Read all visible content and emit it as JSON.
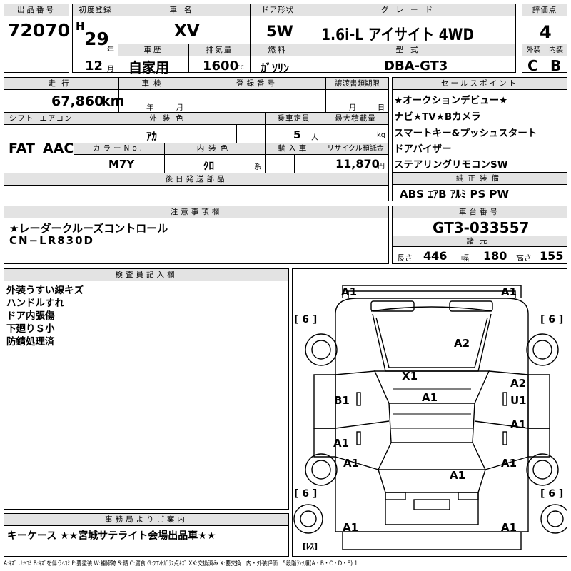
{
  "header": {
    "lot_no_label": "出品番号",
    "lot_no": "72070",
    "first_reg_label": "初度登録",
    "era": "H",
    "year_value": "29",
    "year_unit": "年",
    "month_value": "12",
    "month_unit": "月",
    "car_name_label": "車名",
    "car_name": "XV",
    "door_label": "ドア形状",
    "door": "5W",
    "grade_label": "グレード",
    "grade": "1.6i-L アイサイト 4WD",
    "score_label": "評価点",
    "score": "4",
    "history_label": "車歴",
    "history": "自家用",
    "displacement_label": "排気量",
    "displacement": "1600",
    "displacement_unit": "cc",
    "fuel_label": "燃料",
    "fuel": "ｶﾞｿﾘﾝ",
    "model_label": "型式",
    "model": "DBA-GT3",
    "exterior_label": "外装",
    "exterior_grade": "C",
    "interior_label": "内装",
    "interior_grade": "B"
  },
  "row2": {
    "mileage_label": "走行",
    "mileage": "67,860",
    "mileage_unit": "km",
    "inspection_label": "車検",
    "insp_year_unit": "年",
    "insp_month_unit": "月",
    "reg_no_label": "登録番号",
    "transfer_label": "譲渡書類期限",
    "transfer_month_unit": "月",
    "transfer_day_unit": "日"
  },
  "specs": {
    "shift_label": "シフト",
    "shift": "FAT",
    "ac_label": "エアコン",
    "ac": "AAC",
    "color_label": "外装色",
    "color": "ｱｶ",
    "capacity_label": "乗車定員",
    "capacity": "5",
    "capacity_unit": "人",
    "max_load_label": "最大積載量",
    "max_load_unit": "kg",
    "color_no_label": "カラーNo.",
    "color_no": "M7Y",
    "interior_color_label": "内装色",
    "interior_color": "ｸﾛ",
    "interior_color_unit": "系",
    "import_label": "輸入車",
    "recycle_label": "リサイクル預託金",
    "recycle": "11,870",
    "recycle_unit": "円",
    "later_parts_label": "後日発送部品"
  },
  "sales_points": {
    "label": "セールスポイント",
    "items": [
      "★オークションデビュー★",
      "ナビ★TV★Bカメラ",
      "スマートキー&プッシュスタート",
      "ドアバイザー",
      "ステアリングリモコンSW"
    ]
  },
  "equipment": {
    "label": "純正装備",
    "value": "ABS ｴｱB ｱﾙﾐ PS PW"
  },
  "notes": {
    "label": "注意事項欄",
    "lines": [
      "★レーダークルーズコントロール",
      "CN−LR830D"
    ]
  },
  "chassis": {
    "label": "車台番号",
    "value": "GT3-033557",
    "dims_label": "諸元",
    "length_label": "長さ",
    "length": "446",
    "width_label": "幅",
    "width": "180",
    "height_label": "高さ",
    "height": "155"
  },
  "inspector": {
    "label": "検査員記入欄",
    "lines": [
      "外装うすい線キズ",
      "ハンドルすれ",
      "ドア内張傷",
      "下廻りＳ小",
      "防錆処理済"
    ]
  },
  "diagram": {
    "codes": {
      "front_left": "A1",
      "front_right": "A1",
      "hood": "A2",
      "windshield": "X1",
      "roof": "A1",
      "left_front_door": "B1",
      "right_front_door_a": "A2",
      "right_front_door_u": "U1",
      "left_rear_door": "A1",
      "right_rear_door": "A1",
      "left_rear_fender": "A1",
      "right_rear_fender": "A1",
      "trunk": "A1",
      "rear_left": "A1",
      "rear_right": "A1"
    },
    "tire_marks": {
      "fl": "[ 6 ]",
      "fr": "[ 6 ]",
      "rl": "[ 6 ]",
      "rr": "[ 6 ]"
    },
    "rear_note": "[ﾚｽ]"
  },
  "office": {
    "label": "事務局よりご案内",
    "value": "キーケース ★★宮城サテライト会場出品車★★"
  },
  "legend": "A:ｷｽﾞ U:ﾍｺﾐ B:ｷｽﾞを伴うﾍｺﾐ P:要塗装 W:補修跡 S:錆 C:腐食 G:ﾌﾛﾝﾄｶﾞﾗｽ点ｷｽﾞ XX:交換済み X:要交換　内・外装評価　5段階ﾗﾝｸ順(A・B・C・D・E) 1"
}
